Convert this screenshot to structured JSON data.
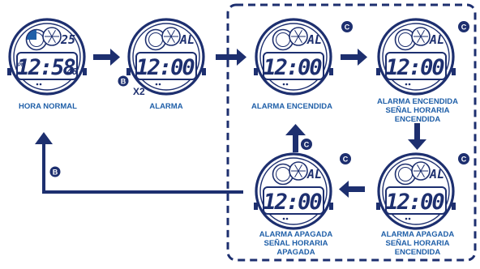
{
  "colors": {
    "accent": "#1f5fa8",
    "dark_navy": "#1d2f6f",
    "lcd_fill": "#ffffff",
    "watch_ring": "#d8dce6"
  },
  "states": [
    {
      "id": "normal",
      "label_lines": [
        "HORA NORMAL"
      ],
      "display": {
        "time": "12:58",
        "seconds": "48",
        "prefix": "PM",
        "top_right": "25",
        "top_mode": ""
      }
    },
    {
      "id": "alarm",
      "label_lines": [
        "ALARMA"
      ],
      "display": {
        "time": "12:00",
        "seconds": "",
        "prefix": "",
        "top_right": "AL",
        "top_mode": ""
      }
    },
    {
      "id": "alarm_on",
      "label_lines": [
        "ALARMA ENCENDIDA"
      ],
      "display": {
        "time": "12:00",
        "seconds": "",
        "prefix": "",
        "top_right": "AL",
        "top_mode": ""
      }
    },
    {
      "id": "alarm_on_signal_on",
      "label_lines": [
        "ALARMA ENCENDIDA",
        "SEÑAL HORARIA",
        "ENCENDIDA"
      ],
      "display": {
        "time": "12:00",
        "seconds": "",
        "prefix": "",
        "top_right": "AL",
        "top_mode": ""
      }
    },
    {
      "id": "alarm_off_signal_on",
      "label_lines": [
        "ALARMA APAGADA",
        "SEÑAL HORARIA",
        "ENCENDIDA"
      ],
      "display": {
        "time": "12:00",
        "seconds": "",
        "prefix": "",
        "top_right": "AL",
        "top_mode": ""
      }
    },
    {
      "id": "alarm_off_signal_off",
      "label_lines": [
        "ALARMA APAGADA",
        "SEÑAL HORARIA",
        "APAGADA"
      ],
      "display": {
        "time": "12:00",
        "seconds": "",
        "prefix": "",
        "top_right": "AL",
        "top_mode": ""
      }
    }
  ],
  "buttons": {
    "b_label": "B",
    "c_label": "C",
    "press_count": "X2"
  },
  "icons": [
    "button-b-icon",
    "button-c-icon",
    "arrow-right-icon",
    "arrow-down-icon",
    "arrow-left-icon",
    "arrow-up-icon"
  ]
}
